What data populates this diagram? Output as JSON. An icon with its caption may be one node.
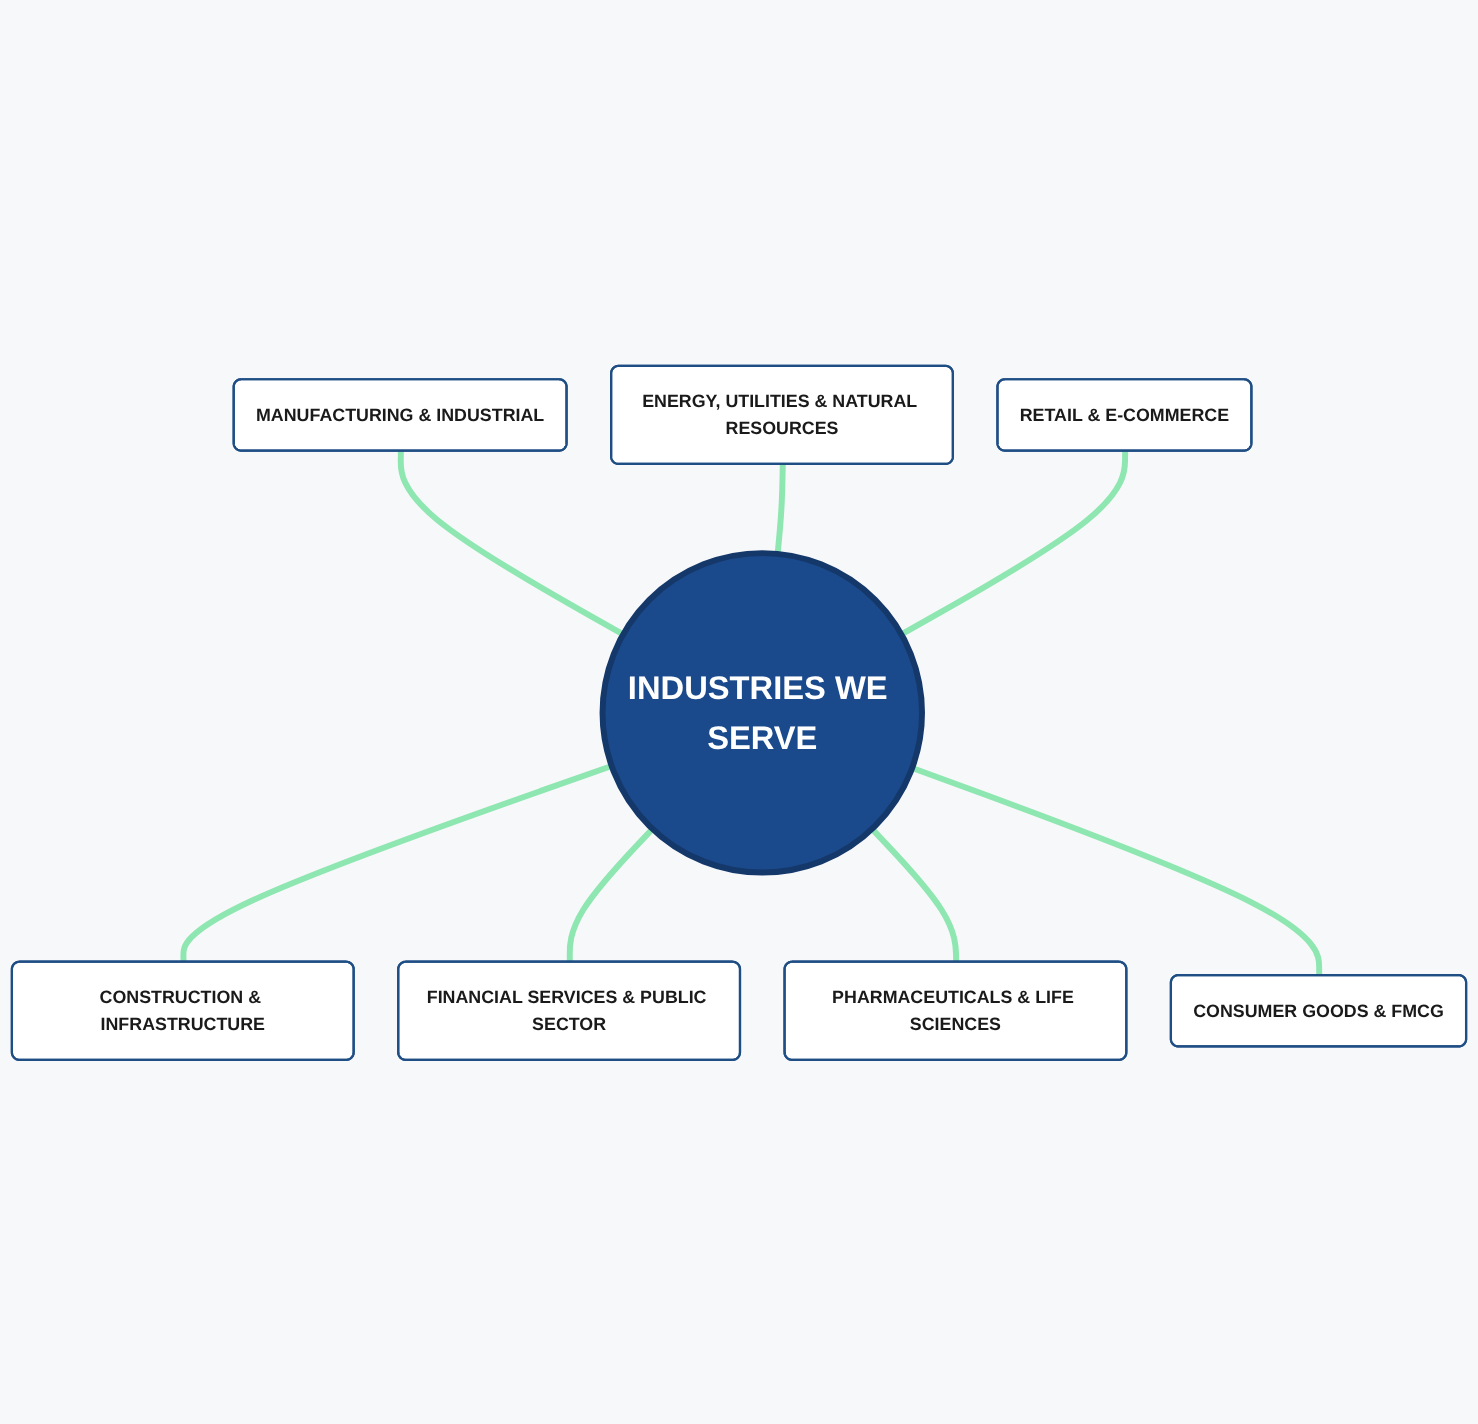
{
  "diagram": {
    "nodes": [
      {
        "text": [
          "INDUSTRIES WE SERVE"
        ]
      },
      {
        "text": [
          "MANUFACTURING & INDUSTRIAL"
        ]
      },
      {
        "text": [
          "ENERGY, UTILITIES & NATURAL RESOURCES"
        ]
      },
      {
        "text": [
          "RETAIL & E-COMMERCE"
        ]
      },
      {
        "text": [
          "CONSTRUCTION & INFRASTRUCTURE"
        ]
      },
      {
        "text": [
          "FINANCIAL SERVICES & PUBLIC SECTOR"
        ]
      },
      {
        "text": [
          "PHARMACEUTICALS & LIFE SCIENCES"
        ]
      },
      {
        "text": [
          "CONSUMER GOODS & FMCG"
        ]
      }
    ],
    "edges": [
      {
        "from": 0,
        "to": 1,
        "arrow": "none"
      },
      {
        "from": 0,
        "to": 2,
        "arrow": "none"
      },
      {
        "from": 0,
        "to": 3,
        "arrow": "none"
      },
      {
        "from": 0,
        "to": 4,
        "arrow": "none"
      },
      {
        "from": 0,
        "to": 5,
        "arrow": "none"
      },
      {
        "from": 0,
        "to": 6,
        "arrow": "none"
      },
      {
        "from": 0,
        "to": 7,
        "arrow": "none"
      }
    ]
  }
}
